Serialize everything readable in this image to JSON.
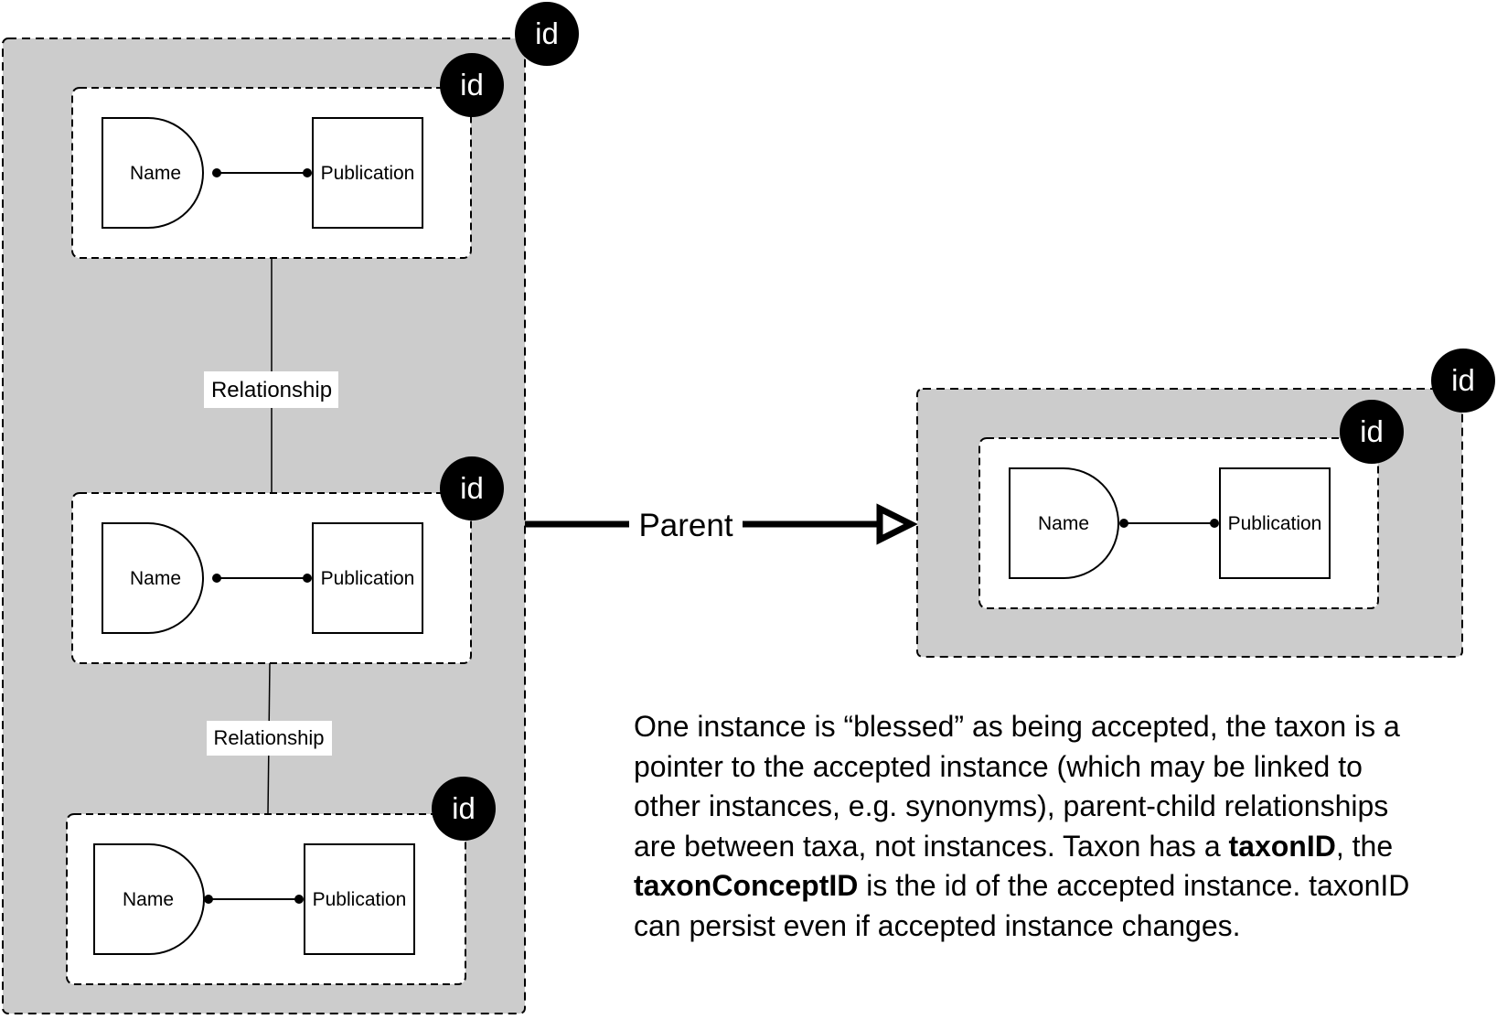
{
  "taxon_group": {
    "id_label": "id",
    "instances": [
      {
        "id_label": "id",
        "name_label": "Name",
        "publication_label": "Publication"
      },
      {
        "id_label": "id",
        "name_label": "Name",
        "publication_label": "Publication"
      },
      {
        "id_label": "id",
        "name_label": "Name",
        "publication_label": "Publication"
      }
    ],
    "relationships": [
      {
        "label": "Relationship"
      },
      {
        "label": "Relationship"
      }
    ]
  },
  "parent_edge": {
    "label": "Parent"
  },
  "parent_taxon": {
    "id_label": "id",
    "instance": {
      "id_label": "id",
      "name_label": "Name",
      "publication_label": "Publication"
    }
  },
  "note": {
    "part1": "One instance is “blessed” as being accepted, the taxon is a pointer to the accepted instance (which may be linked to other instances, e.g. synonyms), parent-child relationships are between taxa, not instances. Taxon has a ",
    "bold1": "taxonID",
    "part2": ", the ",
    "bold2": "taxonConceptID",
    "part3": " is the id of the accepted instance. taxonID can persist even if accepted instance changes."
  },
  "colors": {
    "group_fill": "#cccccc",
    "badge": "#000000",
    "instance_fill": "#ffffff"
  }
}
